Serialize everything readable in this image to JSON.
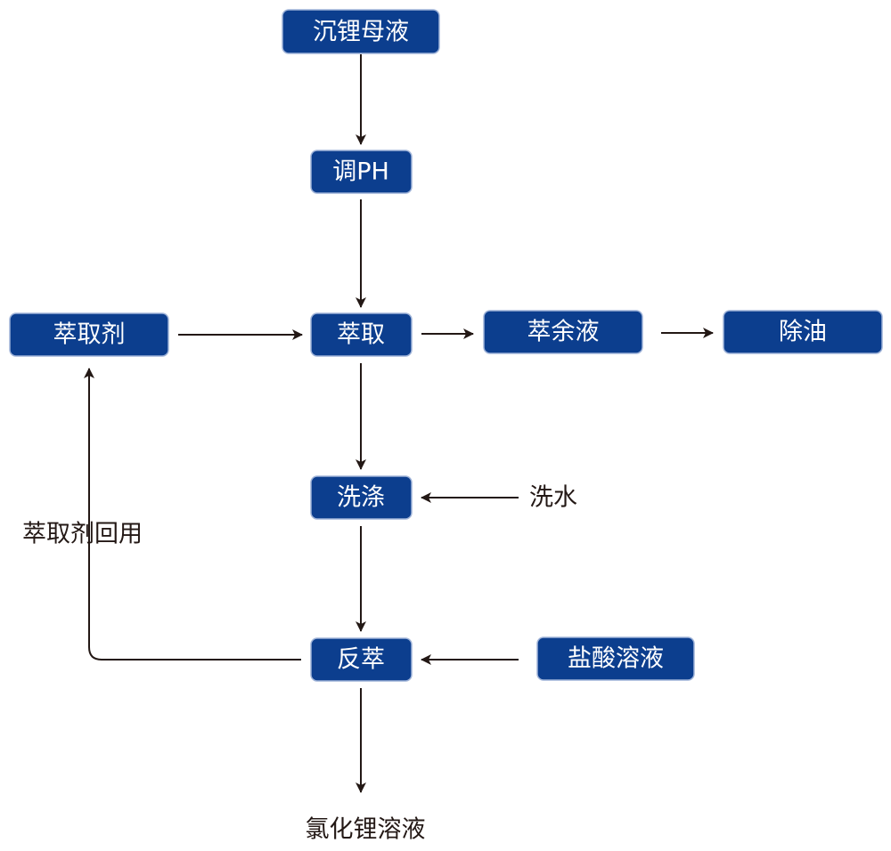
{
  "nodes": {
    "mother_liquor": "沉锂母液",
    "adjust_ph": "调PH",
    "extractant": "萃取剂",
    "extraction": "萃取",
    "raffinate": "萃余液",
    "oil_removal": "除油",
    "washing": "洗涤",
    "stripping": "反萃",
    "hcl_solution": "盐酸溶液"
  },
  "labels": {
    "wash_water": "洗水",
    "extractant_recycle": "萃取剂回用",
    "product": "氯化锂溶液"
  },
  "colors": {
    "node_fill": "#0c3e8e",
    "node_border": "#9fb3d8",
    "arrow": "#231815",
    "text_dark": "#231815"
  }
}
